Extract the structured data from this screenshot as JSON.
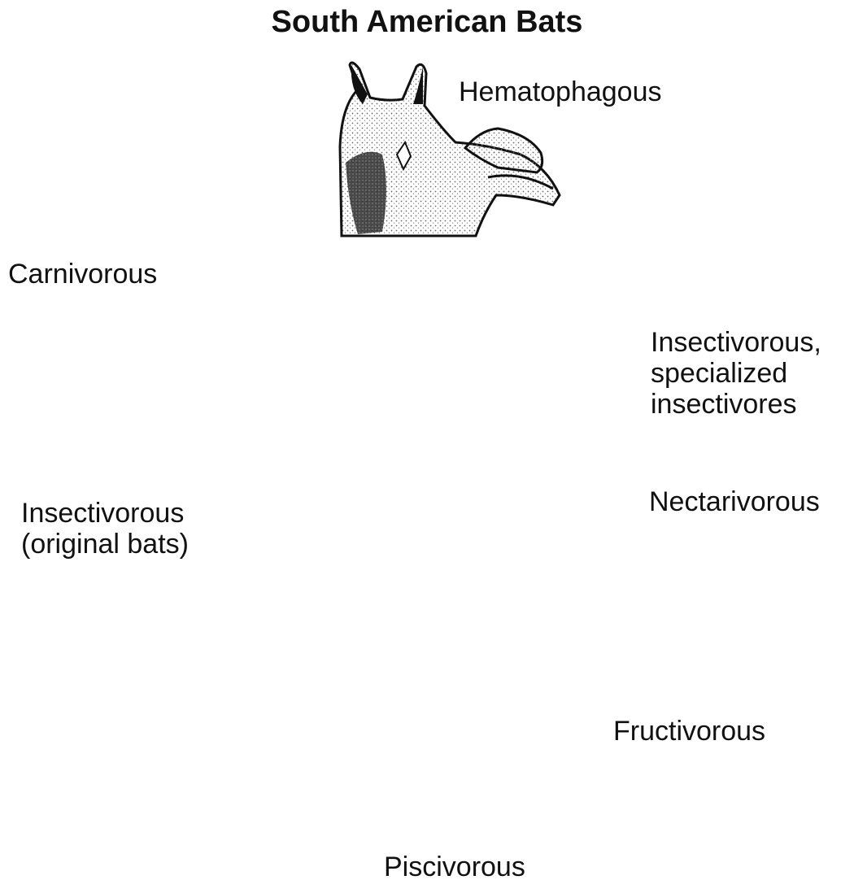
{
  "title": "South American Bats",
  "labels": {
    "hematophagous": "Hematophagous",
    "carnivorous": "Carnivorous",
    "insectivorous_specialized": "Insectivorous,\nspecialized\ninsectivores",
    "insectivorous_original": "Insectivorous\n(original bats)",
    "nectarivorous": "Nectarivorous",
    "frugivorous": "Fructivorous",
    "piscivorous": "Piscivorous"
  },
  "colors": {
    "ink": "#111111",
    "stipple": "#6b6b6b",
    "background": "#ffffff"
  },
  "icons": {
    "center": "original-bat-illustration",
    "hematophagous": "vampire-bat-on-horse-illustration",
    "carnivorous": "carnivorous-bat-illustration",
    "insectivorous_specialized": "long-eared-bat-illustration",
    "nectarivorous": "nectar-bat-illustration",
    "frugivorous": "fruit-bat-illustration",
    "piscivorous": "fishing-bat-illustration"
  }
}
